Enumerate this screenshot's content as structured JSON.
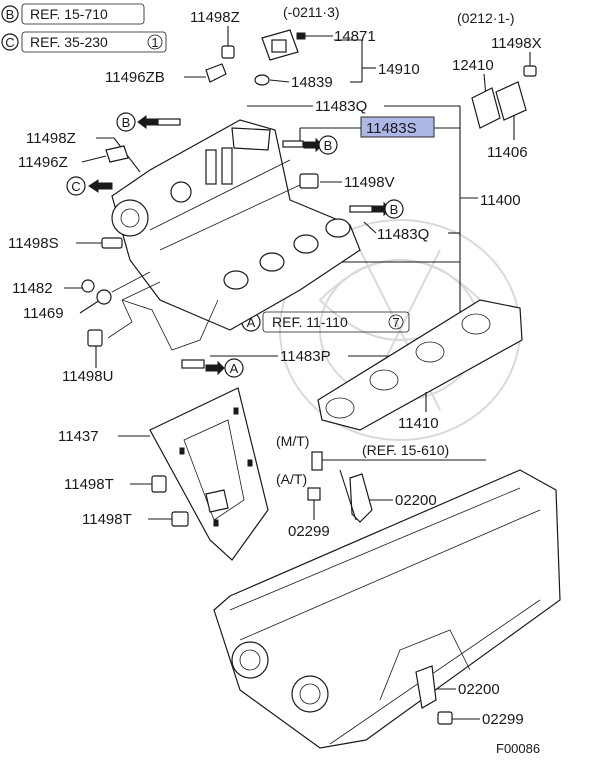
{
  "legend": {
    "b": {
      "letter": "B",
      "ref": "REF. 15-710"
    },
    "c": {
      "letter": "C",
      "ref": "REF. 35-230",
      "suffix": "1"
    }
  },
  "date_ranges": {
    "upper": "(-0211·3)",
    "right": "(0212·1-)"
  },
  "parts": {
    "p11498Z_top": "11498Z",
    "p14871": "14871",
    "p14910": "14910",
    "p14839": "14839",
    "p11496ZB": "11496ZB",
    "p11498X": "11498X",
    "p12410": "12410",
    "p11406": "11406",
    "p11483Q_top": "11483Q",
    "p11483S": "11483S",
    "p11498Z_left": "11498Z",
    "p11496Z": "11496Z",
    "p11498V": "11498V",
    "p11400": "11400",
    "p11483Q_right": "11483Q",
    "p11498S": "11498S",
    "p11482": "11482",
    "p11469": "11469",
    "p11498U": "11498U",
    "p11483P": "11483P",
    "p11410": "11410",
    "p11437": "11437",
    "p11498T_1": "11498T",
    "p11498T_2": "11498T",
    "p02200_1": "02200",
    "p02299_1": "02299",
    "p02200_2": "02200",
    "p02299_2": "02299"
  },
  "callouts": {
    "a_ref": {
      "letter": "A",
      "ref": "REF. 11-110",
      "suffix": "7"
    },
    "mt": "(M/T)",
    "at": "(A/T)",
    "ref_15_610": "(REF. 15-610)",
    "letter_a": "A",
    "letter_b": "B",
    "letter_c": "C"
  },
  "figure_id": "F00086",
  "colors": {
    "highlight": "#aeb8e6",
    "ink": "#1a1a1a"
  }
}
